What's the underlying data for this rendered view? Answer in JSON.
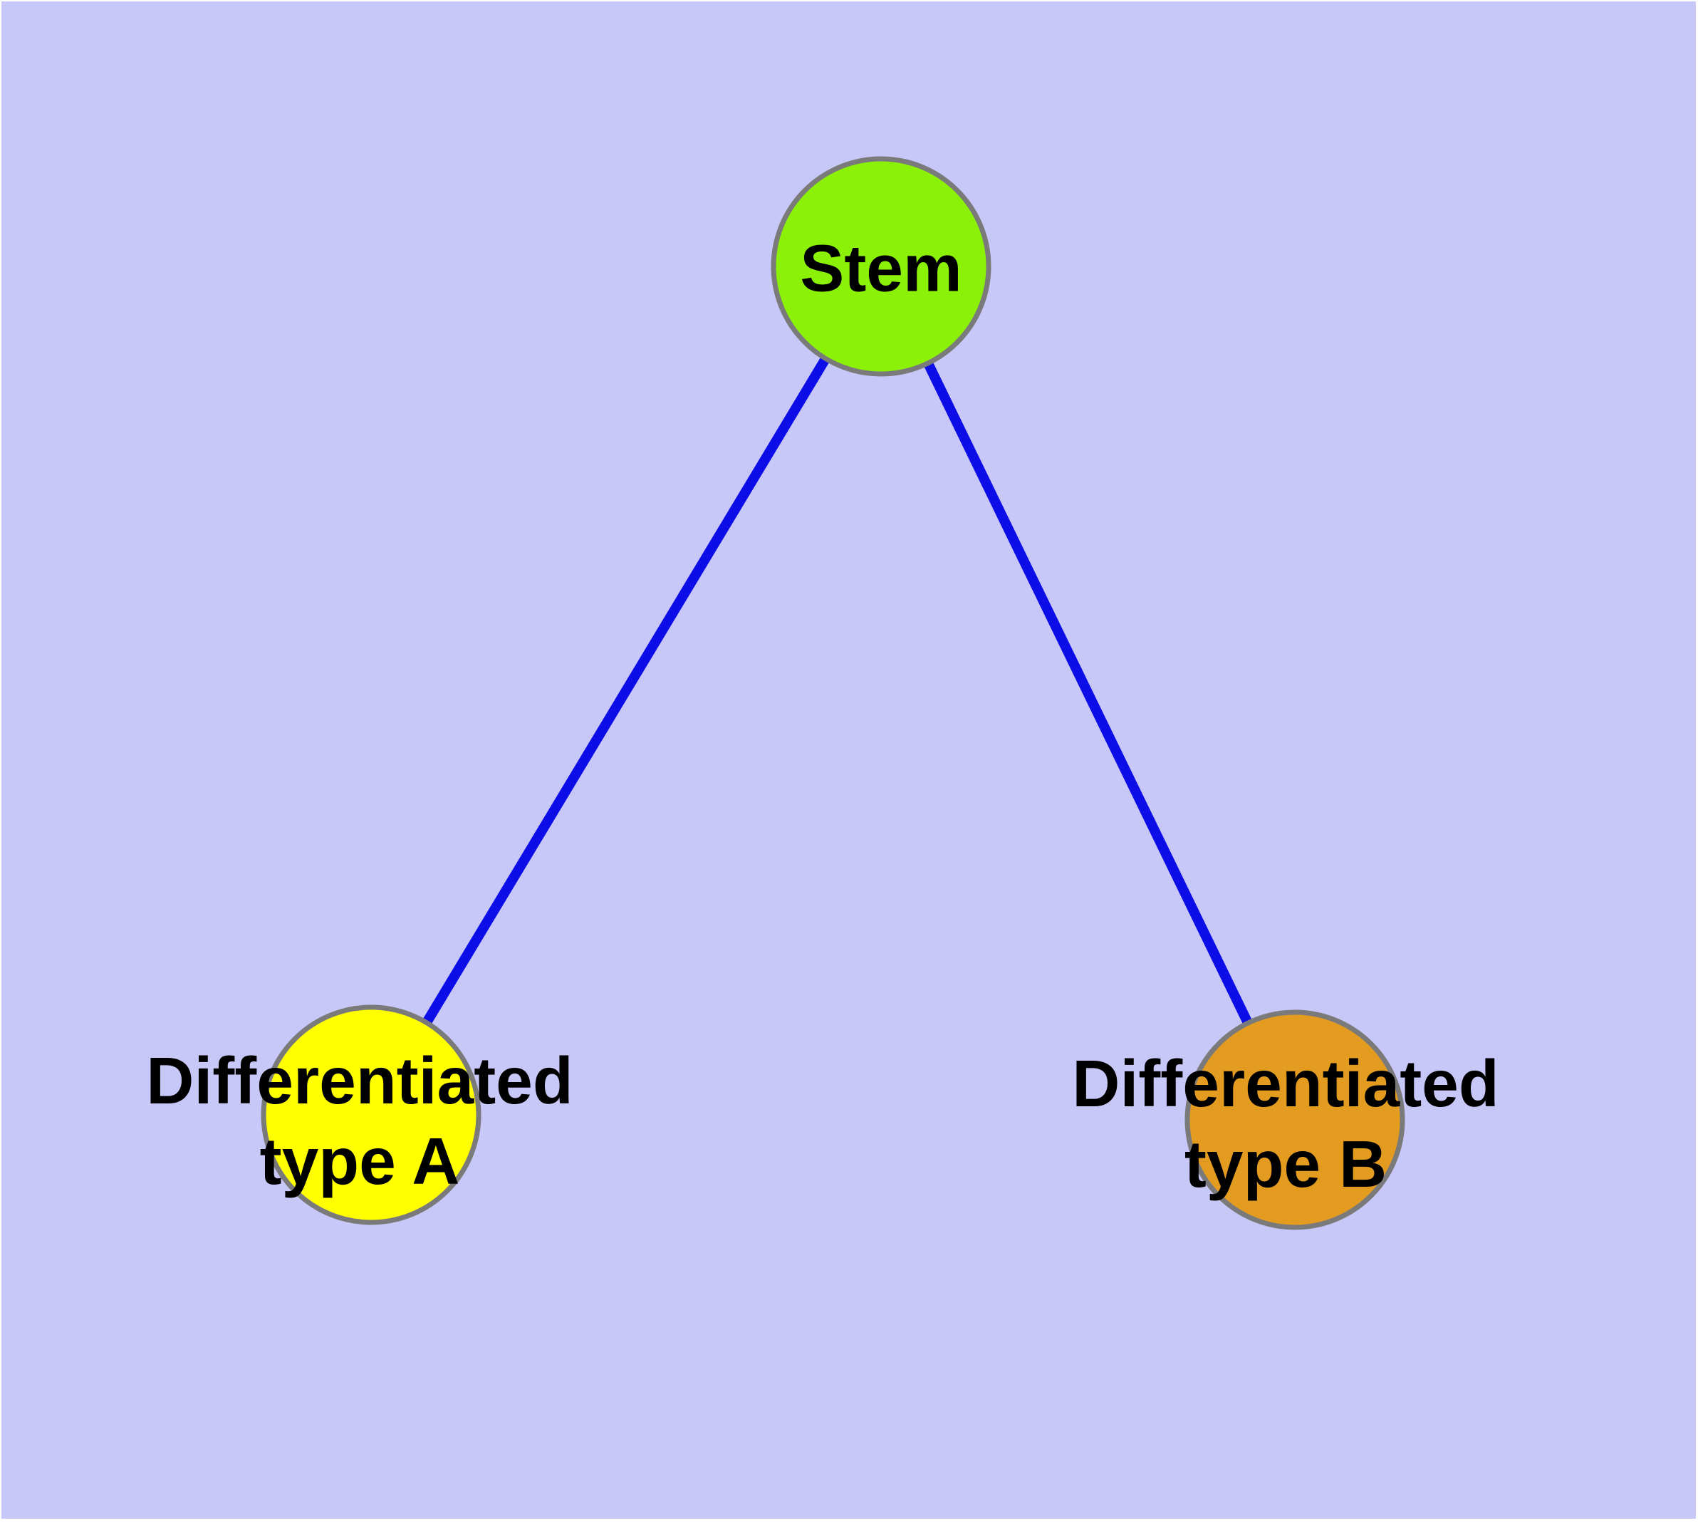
{
  "figure": {
    "type": "graph-diagram",
    "description": "Stem cell differentiation graph with one parent node and two child nodes",
    "background": "#C8C8F8",
    "page_background": "#FFFFFF"
  },
  "colors": {
    "edge": "#0D0DE8",
    "node_border": "#7A7A7A",
    "stem_fill": "#8BF207",
    "type_a_fill": "#FFFF00",
    "type_b_fill": "#E49C20",
    "label_text": "#000000"
  },
  "nodes": {
    "stem": {
      "label": "Stem"
    },
    "type_a": {
      "label_line1": "Differentiated",
      "label_line2": "type A"
    },
    "type_b": {
      "label_line1": "Differentiated",
      "label_line2": "type B"
    }
  },
  "edges": [
    {
      "from": "Stem",
      "to": "Differentiated type A"
    },
    {
      "from": "Stem",
      "to": "Differentiated type B"
    }
  ]
}
